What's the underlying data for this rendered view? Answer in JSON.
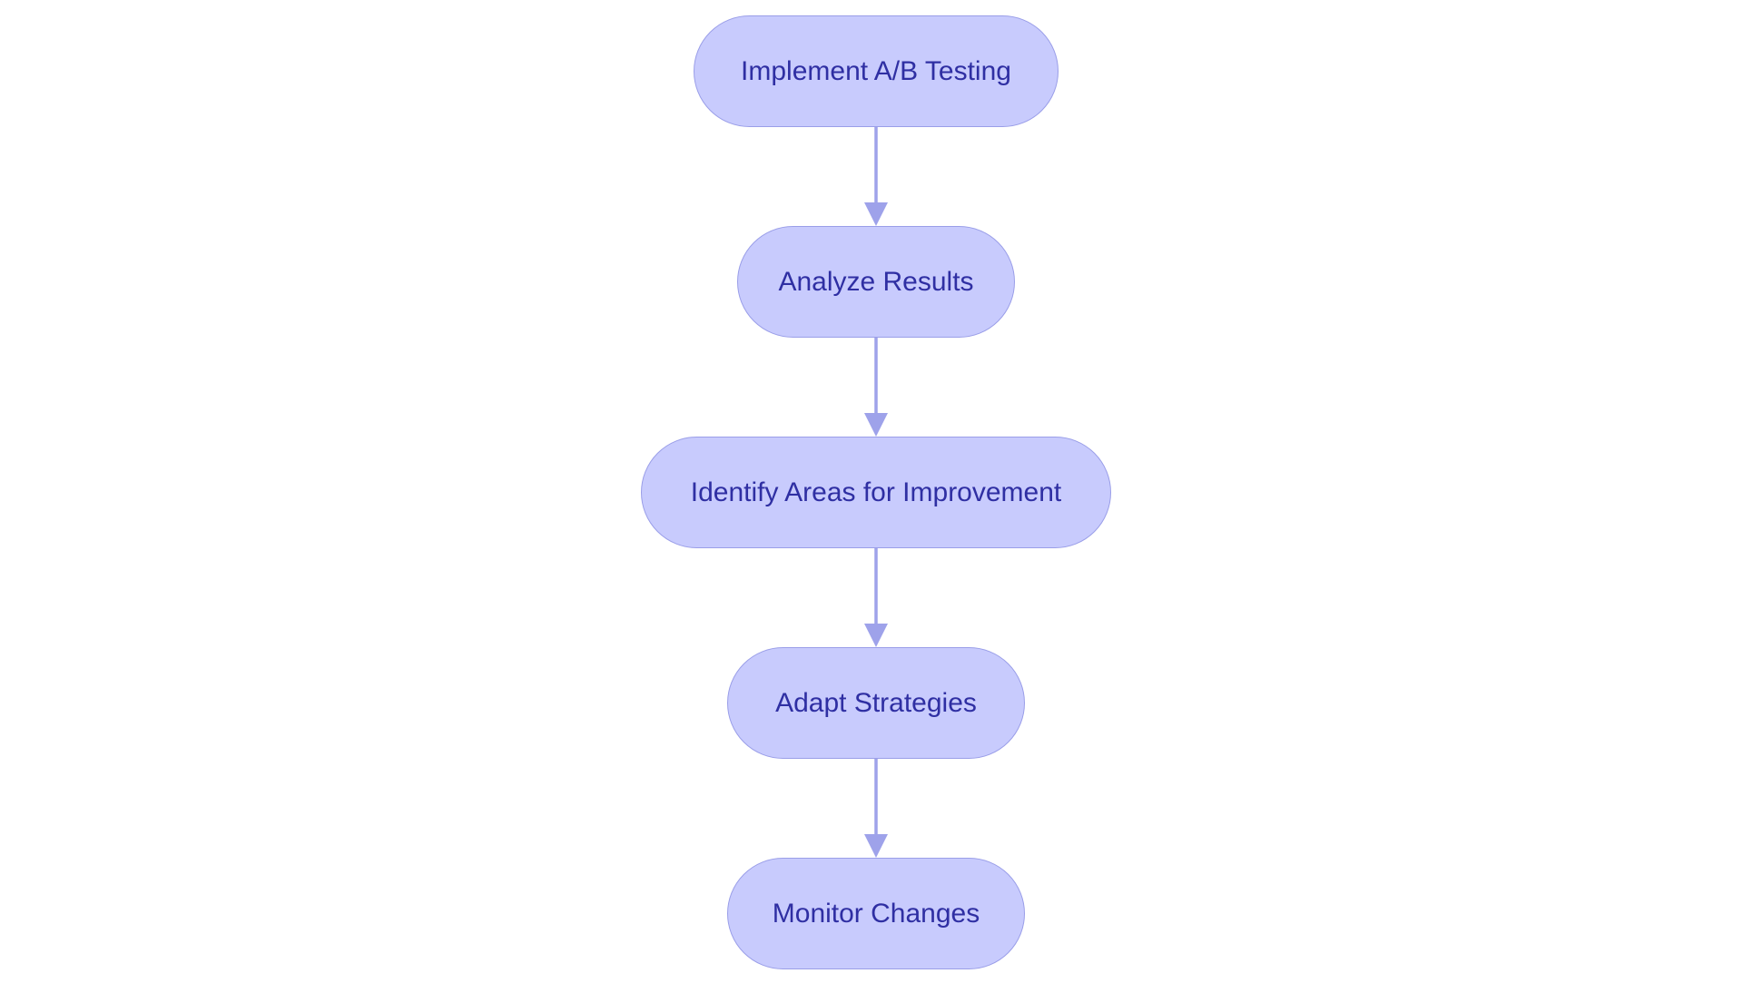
{
  "colors": {
    "node_fill": "#c8cbfd",
    "node_border": "#9a9ee8",
    "text": "#2f2fa3",
    "edge": "#9ea2ea"
  },
  "flowchart": {
    "nodes": [
      {
        "id": "implement",
        "label": "Implement A/B Testing"
      },
      {
        "id": "analyze",
        "label": "Analyze Results"
      },
      {
        "id": "identify",
        "label": "Identify Areas for Improvement"
      },
      {
        "id": "adapt",
        "label": "Adapt Strategies"
      },
      {
        "id": "monitor",
        "label": "Monitor Changes"
      }
    ],
    "edges": [
      {
        "from": "implement",
        "to": "analyze"
      },
      {
        "from": "analyze",
        "to": "identify"
      },
      {
        "from": "identify",
        "to": "adapt"
      },
      {
        "from": "adapt",
        "to": "monitor"
      }
    ]
  }
}
